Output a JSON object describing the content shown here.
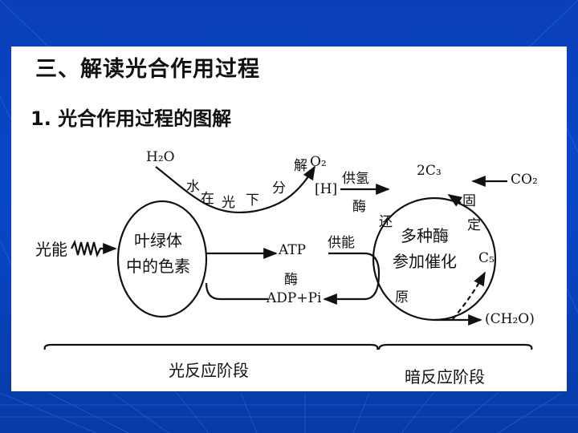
{
  "heading": {
    "section_title": "三、解读光合作用过程",
    "subtitle": "1. 光合作用过程的图解"
  },
  "diagram": {
    "light_energy": "光能",
    "pigment_line1": "叶绿体",
    "pigment_line2": "中的色素",
    "water": "H₂O",
    "split_chars": [
      "水",
      "在",
      "光",
      "下",
      "分",
      "解"
    ],
    "oxygen": "O₂",
    "hydrogen": "[H]",
    "supply_hydrogen": "供氢",
    "enzyme": "酶",
    "atp": "ATP",
    "adp_pi": "ADP+Pi",
    "supply_energy": "供能",
    "reduction_chars": [
      "还",
      "原"
    ],
    "enzymes_line1": "多种酶",
    "enzymes_line2": "参加催化",
    "two_c3": "2C₃",
    "fixation_chars": [
      "固",
      "定"
    ],
    "co2": "CO₂",
    "c5": "C₅",
    "carbohydrate": "(CH₂O)",
    "light_stage": "光反应阶段",
    "dark_stage": "暗反应阶段"
  }
}
